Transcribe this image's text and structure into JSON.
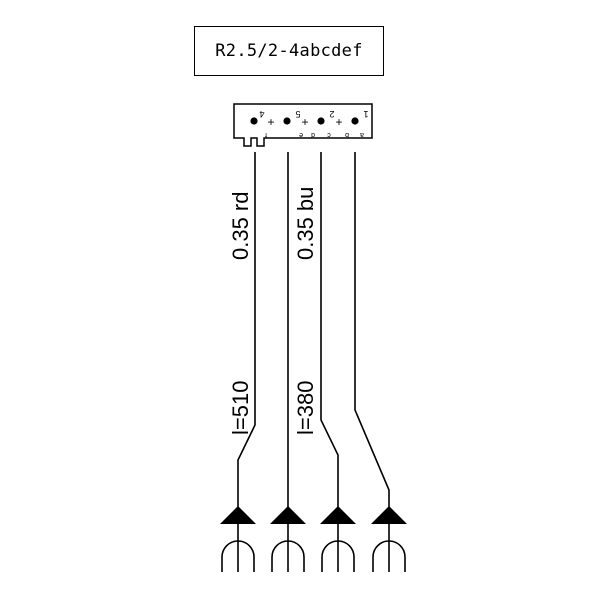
{
  "part_label": "R2.5/2-4abcdef",
  "connector": {
    "pin_label_group_1": "4",
    "pin_label_group_2": "5",
    "pin_label_group_3": "2",
    "pin_label_group_4": "1",
    "plus_sign": "+",
    "letters": [
      "f",
      "e",
      "d",
      "c",
      "b",
      "a"
    ]
  },
  "wires": [
    {
      "spec": "0.35 rd",
      "length": "l=510"
    },
    {
      "spec": "0.35 bu",
      "length": "l=380"
    }
  ],
  "colors": {
    "line": "#000000",
    "background": "#ffffff"
  }
}
